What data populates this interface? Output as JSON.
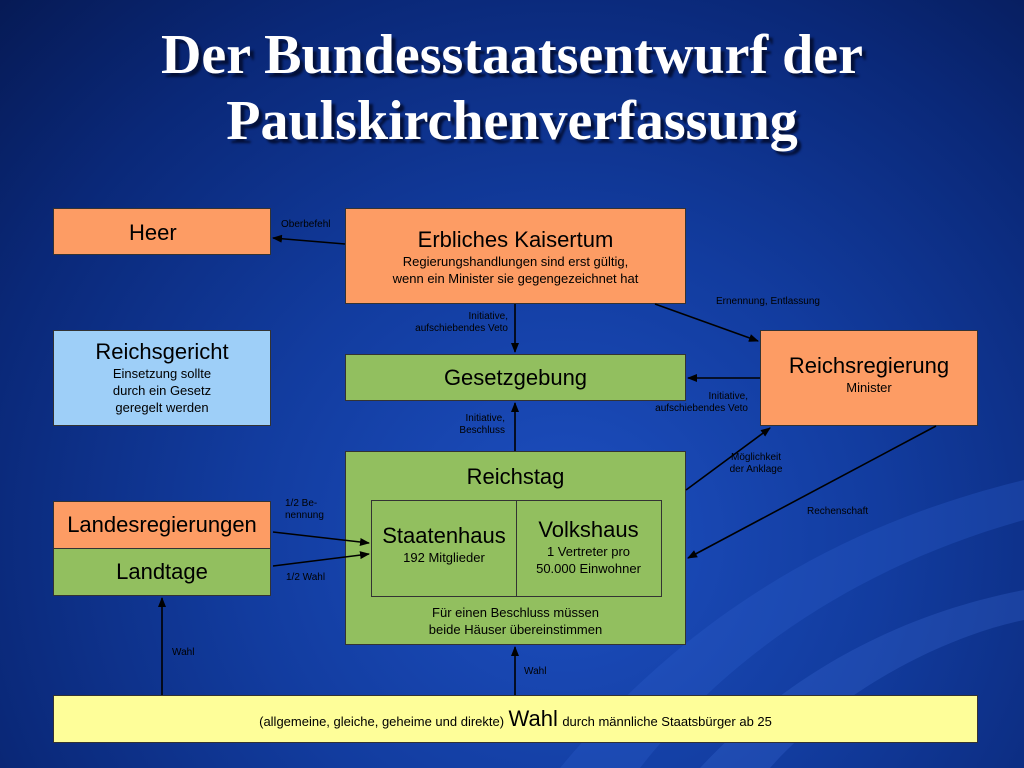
{
  "title": {
    "line1": "Der Bundesstaatsentwurf der",
    "line2": "Paulskirchenverfassung"
  },
  "boxes": {
    "heer": "Heer",
    "kaiser": {
      "title": "Erbliches Kaisertum",
      "line1": "Regierungshandlungen sind erst gültig,",
      "line2": "wenn ein Minister sie gegengezeichnet hat"
    },
    "reichsgericht": {
      "title": "Reichsgericht",
      "line1": "Einsetzung sollte",
      "line2": "durch ein Gesetz",
      "line3": "geregelt werden"
    },
    "gesetzgebung": "Gesetzgebung",
    "reichsregierung": {
      "title": "Reichsregierung",
      "line1": "Minister"
    },
    "reichstag": {
      "title": "Reichstag",
      "footer1": "Für einen Beschluss müssen",
      "footer2": "beide Häuser übereinstimmen"
    },
    "staatenhaus": {
      "title": "Staatenhaus",
      "line1": "192 Mitglieder"
    },
    "volkshaus": {
      "title": "Volkshaus",
      "line1": "1 Vertreter pro",
      "line2": "50.000 Einwohner"
    },
    "landesregierungen": "Landesregierungen",
    "landtage": "Landtage",
    "wahl": {
      "pre": "(allgemeine, gleiche, geheime und direkte)",
      "big": "Wahl",
      "post": "durch männliche Staatsbürger ab 25"
    }
  },
  "labels": {
    "oberbefehl": "Oberbefehl",
    "ernennung": "Ernennung, Entlassung",
    "initiative_veto_1a": "Initiative,",
    "initiative_veto_1b": "aufschiebendes Veto",
    "initiative_veto_2a": "Initiative,",
    "initiative_veto_2b": "aufschiebendes Veto",
    "initiative_beschluss_a": "Initiative,",
    "initiative_beschluss_b": "Beschluss",
    "anklage_a": "Möglichkeit",
    "anklage_b": "der Anklage",
    "rechenschaft": "Rechenschaft",
    "benennung_a": "1/2 Be-",
    "benennung_b": "nennung",
    "halb_wahl": "1/2 Wahl",
    "wahl_left": "Wahl",
    "wahl_center": "Wahl"
  },
  "colors": {
    "orange": "#fd9c64",
    "green": "#92bf5f",
    "blue": "#9ecff8",
    "yellow": "#fefe99",
    "background": "#123c9f"
  }
}
